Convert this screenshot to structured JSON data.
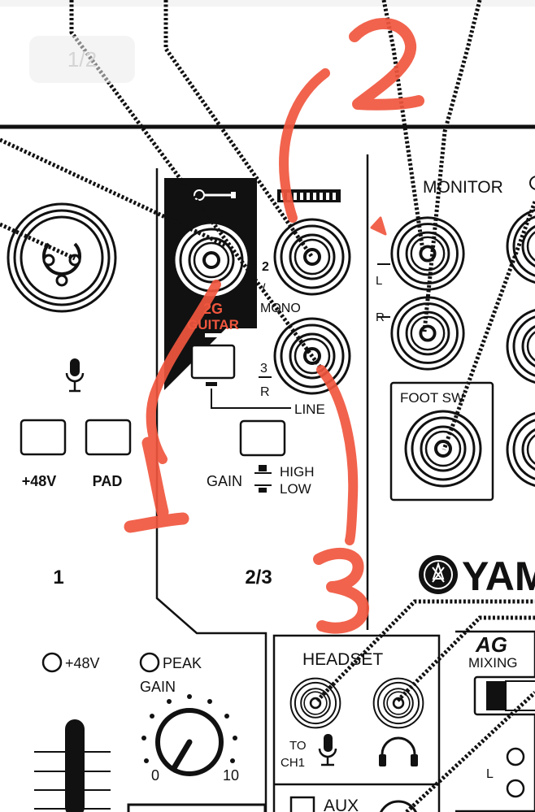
{
  "page_indicator": "1/2",
  "colors": {
    "ink": "#111111",
    "annotation": "#f0563e",
    "badge_bg": "#ececec",
    "badge_text": "#d4d4d4"
  },
  "channel1": {
    "label_48v": "+48V",
    "label_pad": "PAD",
    "number": "1"
  },
  "channel23": {
    "guitar_top": "2G",
    "guitar_bottom": "GUITAR",
    "label_2": "2",
    "label_slash": "/",
    "label_mono": "MONO",
    "label_3": "3",
    "label_r": "R",
    "label_line": "LINE",
    "gain": "GAIN",
    "high": "HIGH",
    "low": "LOW",
    "number": "2/3"
  },
  "monitor": {
    "title": "MONITOR",
    "label_l": "L",
    "label_r": "R",
    "foot_sw": "FOOT SW"
  },
  "brand": "YAM",
  "lower_strip": {
    "led_48v": "+48V",
    "led_peak": "PEAK",
    "gain": "GAIN",
    "gain_min": "0",
    "gain_max": "10"
  },
  "headset": {
    "title": "HEADSET",
    "to_ch1_line1": "TO",
    "to_ch1_line2": "CH1",
    "aux": "AUX"
  },
  "ag_panel": {
    "logo": "AG",
    "mixing": "MIXING",
    "label_l": "L"
  },
  "annotations": [
    "1",
    "2",
    "3"
  ]
}
